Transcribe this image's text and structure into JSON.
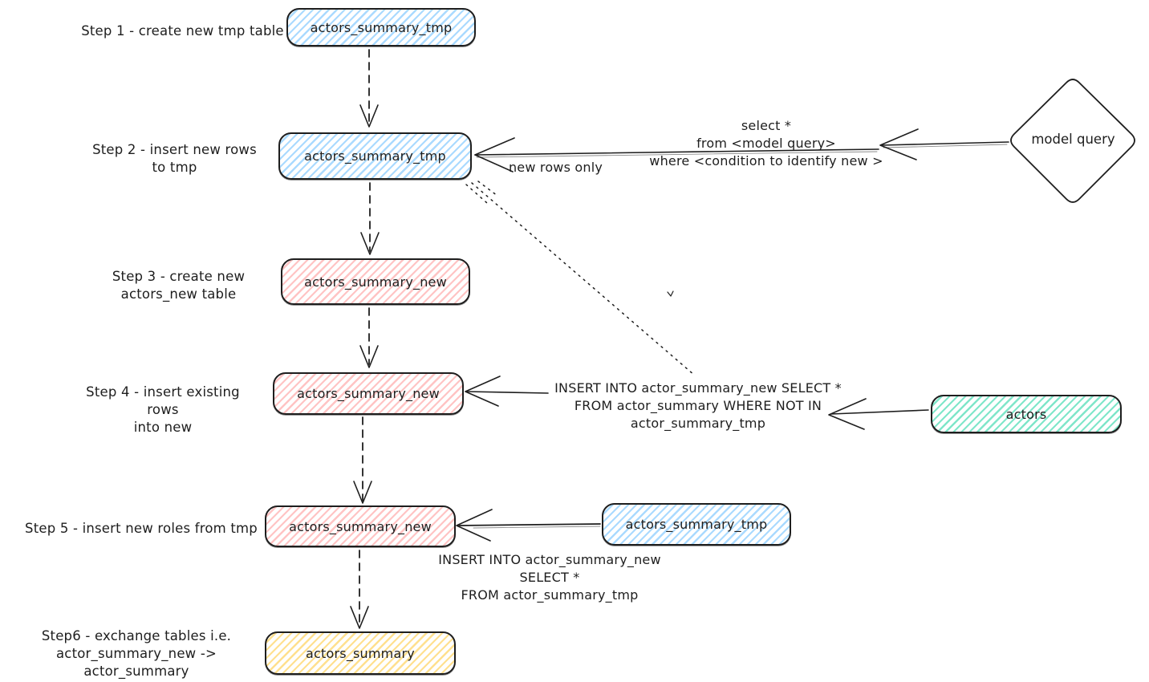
{
  "colors": {
    "ink": "#1e1e1e",
    "blue_fill": "#a5d8ff",
    "red_fill": "#ffc9c9",
    "teal_fill": "#69e2c0",
    "yellow_fill": "#ffd569",
    "background": "#ffffff"
  },
  "steps": [
    {
      "label_lines": [
        "Step 1 - create new tmp table"
      ],
      "node_label": "actors_summary_tmp",
      "node_color": "blue"
    },
    {
      "label_lines": [
        "Step 2 - insert new rows",
        "to tmp"
      ],
      "node_label": "actors_summary_tmp",
      "node_color": "blue"
    },
    {
      "label_lines": [
        "Step 3 - create new",
        "actors_new table"
      ],
      "node_label": "actors_summary_new",
      "node_color": "red"
    },
    {
      "label_lines": [
        "Step 4 - insert existing rows",
        "into new"
      ],
      "node_label": "actors_summary_new",
      "node_color": "red"
    },
    {
      "label_lines": [
        "Step 5 - insert new roles from tmp"
      ],
      "node_label": "actors_summary_new",
      "node_color": "red"
    },
    {
      "label_lines": [
        "Step6 - exchange tables i.e.",
        "actor_summary_new -> actor_summary"
      ],
      "node_label": "actors_summary",
      "node_color": "yellow"
    }
  ],
  "side_nodes": {
    "model_query": {
      "label": "model query",
      "shape": "diamond"
    },
    "actors": {
      "label": "actors",
      "color": "teal"
    },
    "actors_summary_tmp_source": {
      "label": "actors_summary_tmp",
      "color": "blue"
    }
  },
  "annotations": {
    "select_query": {
      "lines": [
        "select *",
        "from <model query>",
        "where <condition to identify new >"
      ]
    },
    "new_rows_only": "new rows only",
    "insert_existing": {
      "lines": [
        "INSERT INTO actor_summary_new SELECT *",
        "FROM actor_summary WHERE NOT IN",
        "actor_summary_tmp"
      ]
    },
    "insert_from_tmp": {
      "lines": [
        "INSERT INTO actor_summary_new",
        "SELECT *",
        "FROM actor_summary_tmp"
      ]
    }
  }
}
